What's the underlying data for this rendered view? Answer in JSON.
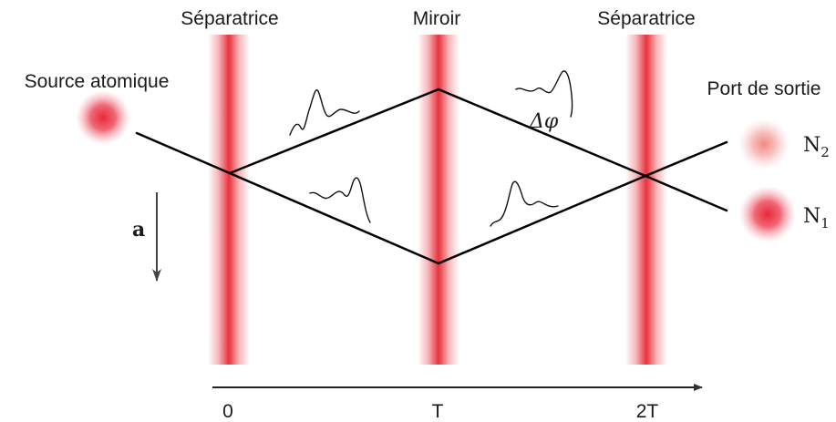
{
  "beams": [
    {
      "label": "Séparatrice"
    },
    {
      "label": "Miroir"
    },
    {
      "label": "Séparatrice"
    }
  ],
  "source": {
    "label": "Source atomique"
  },
  "output": {
    "label": "Port de sortie",
    "ports": [
      {
        "symbol": "N",
        "index": "2"
      },
      {
        "symbol": "N",
        "index": "1"
      }
    ]
  },
  "phase": {
    "symbol": "Δφ"
  },
  "acceleration": {
    "label": "a"
  },
  "time_axis": {
    "ticks": [
      "0",
      "T",
      "2T"
    ]
  },
  "colors": {
    "laser": "#e8323c",
    "path": "#000000",
    "wave": "#111111",
    "arrow": "#444444"
  }
}
